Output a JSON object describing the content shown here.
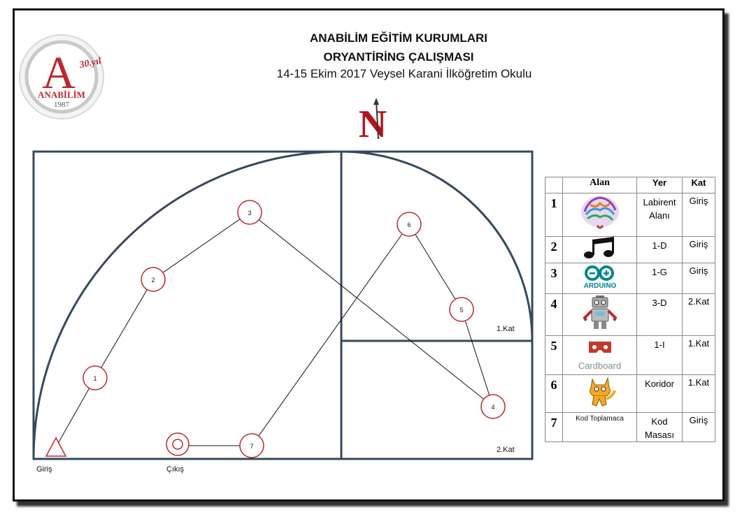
{
  "header": {
    "title_line1": "ANABİLİM EĞİTİM KURUMLARI",
    "title_line2": "ORYANTİRİNG ÇALIŞMASI",
    "subtitle": "14-15 Ekim 2017 Veysel Karani İlköğretim Okulu",
    "north_letter": "N"
  },
  "logo": {
    "brand": "ANABİLİM",
    "year": "1987",
    "anniversary": "30.yıl",
    "letter": "A",
    "color": "#c0272d"
  },
  "map": {
    "floor_labels": [
      "1.Kat",
      "2.Kat"
    ],
    "start_label": "Giriş",
    "end_label": "Çıkış",
    "checkpoints": [
      "1",
      "2",
      "3",
      "4",
      "5",
      "6",
      "7"
    ],
    "checkpoint_color": "#c0272d",
    "line_color": "#34495e"
  },
  "legend": {
    "headers": [
      "Alan",
      "Yer",
      "Kat"
    ],
    "rows": [
      {
        "num": "1",
        "icon": "brain-icon",
        "yer": "Labirent Alanı",
        "kat": "Giriş"
      },
      {
        "num": "2",
        "icon": "music-note-icon",
        "yer": "1-D",
        "kat": "Giriş"
      },
      {
        "num": "3",
        "icon": "arduino-icon",
        "yer": "1-G",
        "kat": "Giriş",
        "icon_text": "ARDUINO"
      },
      {
        "num": "4",
        "icon": "robot-icon",
        "yer": "3-D",
        "kat": "2.Kat"
      },
      {
        "num": "5",
        "icon": "cardboard-icon",
        "yer": "1-I",
        "kat": "1.Kat",
        "icon_text": "Cardboard"
      },
      {
        "num": "6",
        "icon": "scratch-cat-icon",
        "yer": "Koridor",
        "kat": "1.Kat"
      },
      {
        "num": "7",
        "icon": "",
        "yer": "Kod Masası",
        "kat": "Giriş",
        "icon_text": "Kod Toplamaca"
      }
    ]
  }
}
